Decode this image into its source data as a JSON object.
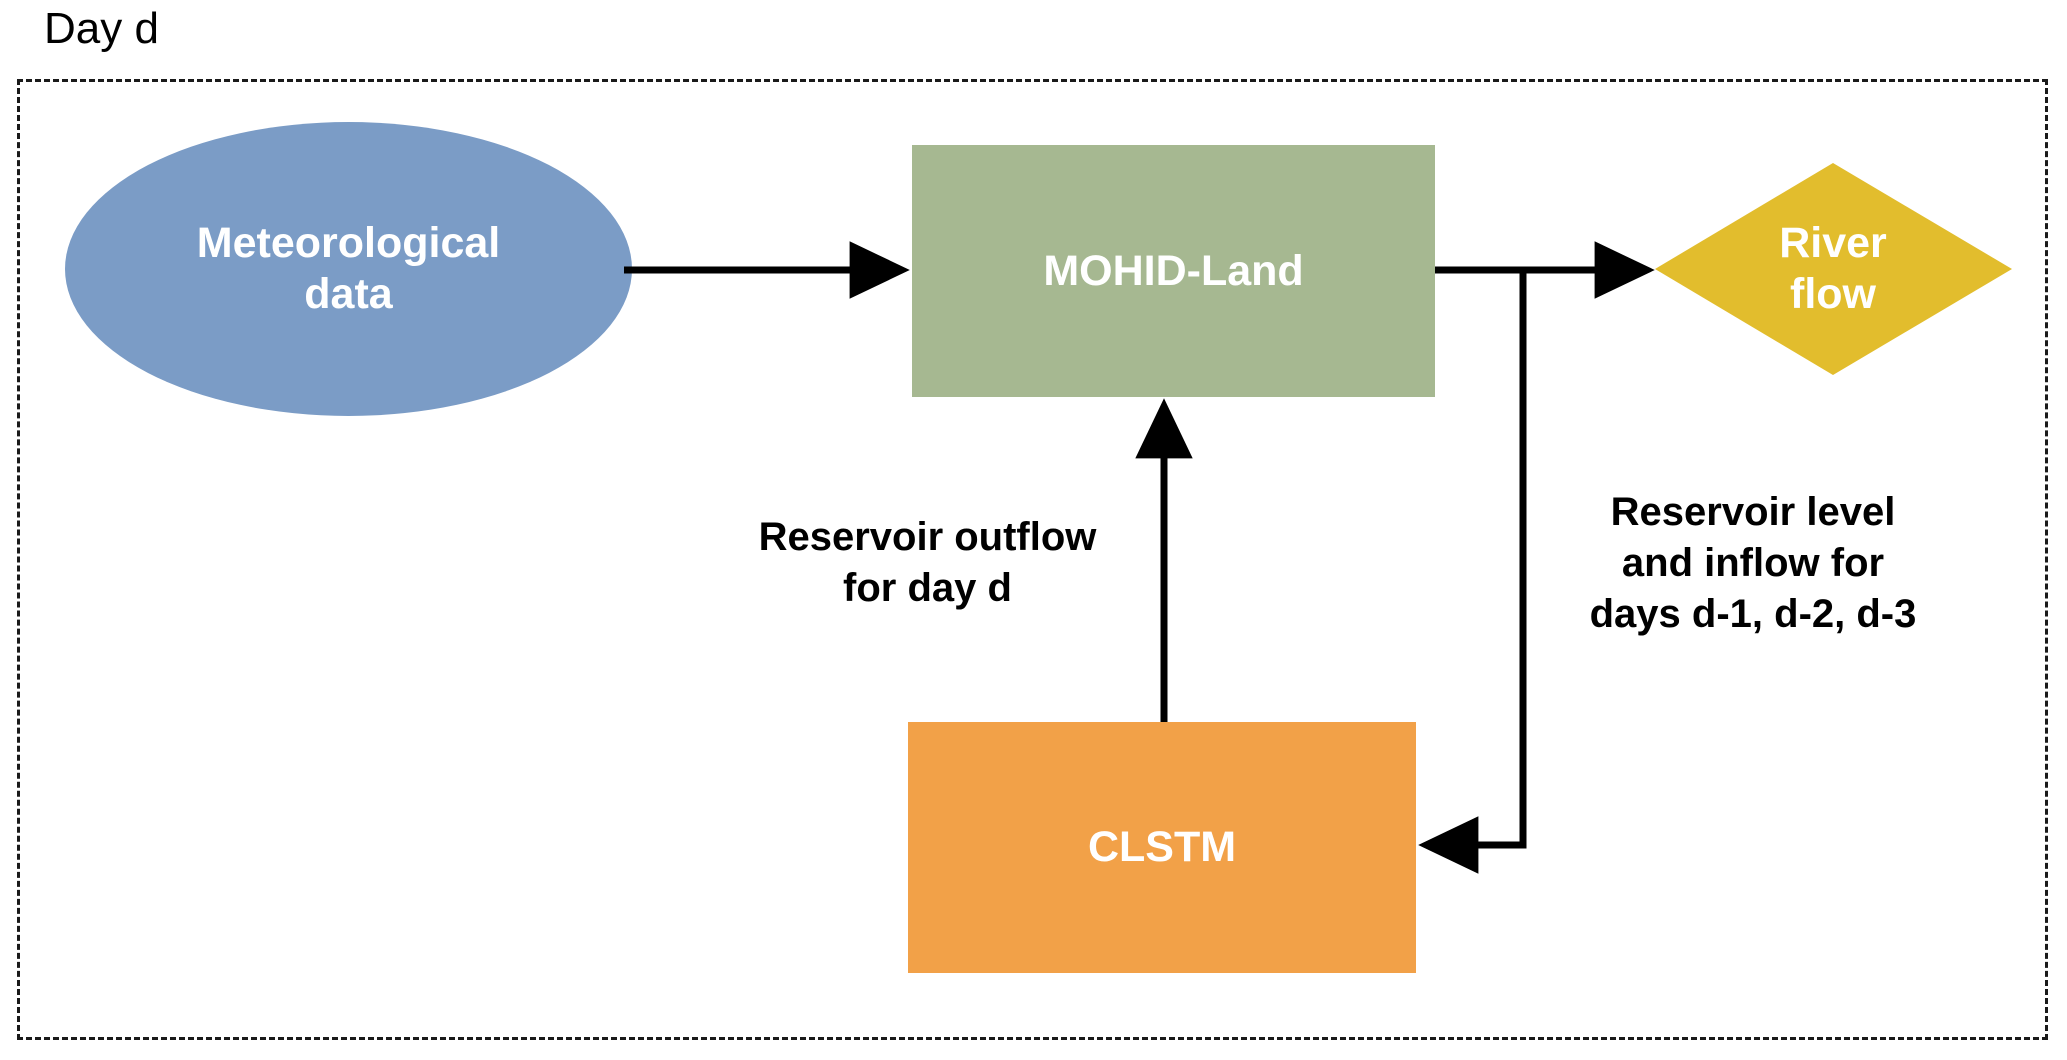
{
  "diagram": {
    "title": "Day d",
    "frame": {
      "style": "dashed",
      "label": "Day d"
    },
    "nodes": [
      {
        "id": "meteorological-data",
        "label": "Meteorological\ndata",
        "shape": "ellipse",
        "fill": "#7B9CC6",
        "text_color": "#FFFFFF"
      },
      {
        "id": "mohid-land",
        "label": "MOHID-Land",
        "shape": "rectangle",
        "fill": "#A6B891",
        "text_color": "#FFFFFF"
      },
      {
        "id": "river-flow",
        "label": "River\nflow",
        "shape": "diamond",
        "fill": "#E2BD2D",
        "text_color": "#FFFFFF"
      },
      {
        "id": "clstm",
        "label": "CLSTM",
        "shape": "rectangle",
        "fill": "#F2A148",
        "text_color": "#FFFFFF"
      }
    ],
    "edges": [
      {
        "id": "met-to-mohid",
        "from": "meteorological-data",
        "to": "mohid-land",
        "label": ""
      },
      {
        "id": "mohid-to-river",
        "from": "mohid-land",
        "to": "river-flow",
        "label": ""
      },
      {
        "id": "mohid-to-clstm",
        "from": "mohid-land",
        "to": "clstm",
        "label": "Reservoir level\nand inflow for\ndays d-1, d-2, d-3"
      },
      {
        "id": "clstm-to-mohid",
        "from": "clstm",
        "to": "mohid-land",
        "label": "Reservoir outflow\nfor day d"
      }
    ],
    "colors": {
      "meteorological_blue": "#7B9CC6",
      "mohid_green": "#A6B891",
      "river_yellow": "#E2BD2D",
      "clstm_orange": "#F2A148",
      "arrow_black": "#000000",
      "frame_black": "#1A1A1A",
      "background": "#FFFFFF"
    }
  }
}
